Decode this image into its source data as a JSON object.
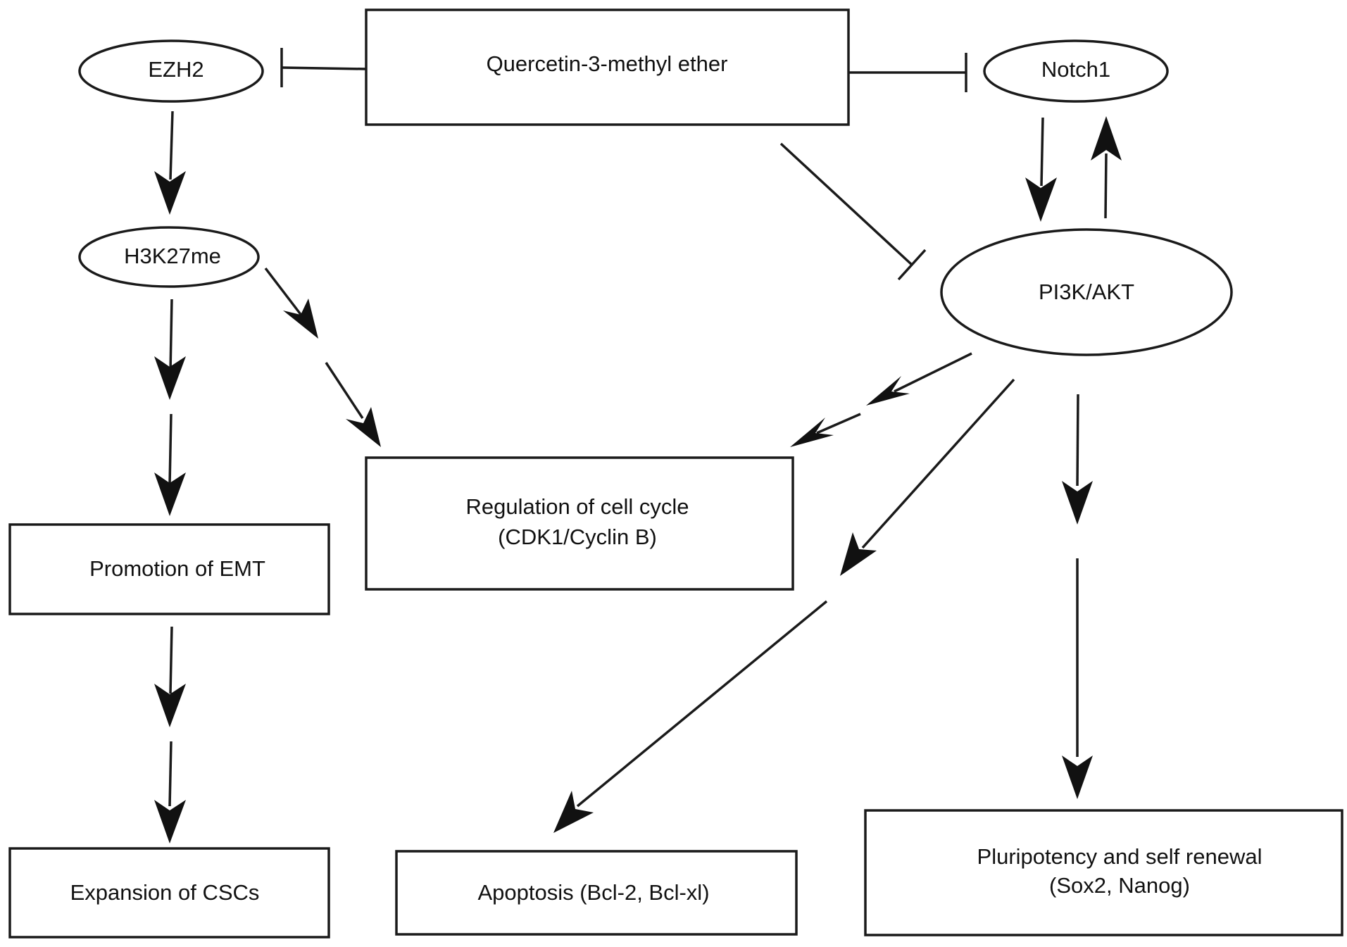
{
  "nodes": {
    "quercetin": "Quercetin-3-methyl ether",
    "ezh2": "EZH2",
    "notch1": "Notch1",
    "h3k27me": "H3K27me",
    "pi3k": "PI3K/AKT",
    "emt": "Promotion of EMT",
    "cell_cycle": {
      "line1": "Regulation of cell cycle",
      "line2": "(CDK1/Cyclin B)"
    },
    "csc": "Expansion of CSCs",
    "apoptosis": "Apoptosis (Bcl-2, Bcl-xl)",
    "pluripotency": {
      "line1": "Pluripotency and self renewal",
      "line2": "(Sox2, Nanog)"
    }
  },
  "edges": [
    {
      "from": "quercetin",
      "to": "ezh2",
      "type": "inhibition"
    },
    {
      "from": "quercetin",
      "to": "notch1",
      "type": "inhibition"
    },
    {
      "from": "quercetin",
      "to": "pi3k",
      "type": "inhibition"
    },
    {
      "from": "ezh2",
      "to": "h3k27me",
      "type": "activation"
    },
    {
      "from": "notch1",
      "to": "pi3k",
      "type": "activation"
    },
    {
      "from": "pi3k",
      "to": "notch1",
      "type": "activation"
    },
    {
      "from": "h3k27me",
      "to": "emt",
      "type": "activation"
    },
    {
      "from": "h3k27me",
      "to": "cell_cycle",
      "type": "activation"
    },
    {
      "from": "pi3k",
      "to": "cell_cycle",
      "type": "activation"
    },
    {
      "from": "pi3k",
      "to": "apoptosis",
      "type": "activation"
    },
    {
      "from": "pi3k",
      "to": "pluripotency",
      "type": "activation"
    },
    {
      "from": "emt",
      "to": "csc",
      "type": "activation"
    }
  ],
  "colors": {
    "stroke": "#1a1a1a",
    "text": "#111111",
    "background": "#ffffff"
  }
}
